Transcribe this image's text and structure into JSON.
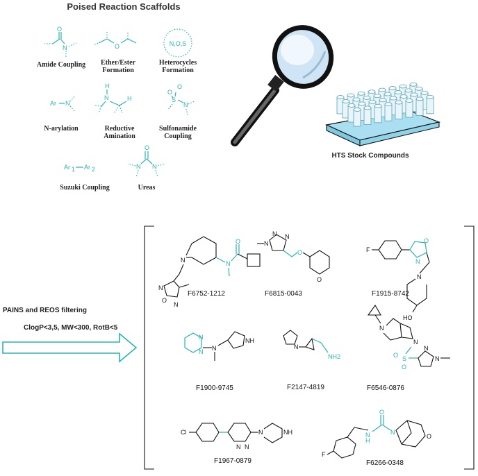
{
  "header": {
    "title": "Poised Reaction Scaffolds"
  },
  "scaffolds": [
    {
      "label_lines": [
        "Amide Coupling"
      ]
    },
    {
      "label_lines": [
        "Ether/Ester",
        "Formation"
      ]
    },
    {
      "label_lines": [
        "Heterocycles",
        "Formation"
      ],
      "ring_text": "N,O,S"
    },
    {
      "label_lines": [
        "N-arylation"
      ],
      "ar_text": "Ar"
    },
    {
      "label_lines": [
        "Reductive",
        "Amination"
      ]
    },
    {
      "label_lines": [
        "Sulfonamide",
        "Coupling"
      ]
    },
    {
      "label_lines": [
        "Suzuki Coupling"
      ],
      "ar1": "Ar",
      "ar2": "Ar"
    },
    {
      "label_lines": [
        "Ureas"
      ]
    }
  ],
  "hts": {
    "label": "HTS Stock Compounds"
  },
  "filter": {
    "label": "PAINS and REOS filtering",
    "criteria": "ClogP<3,5, MW<300, RotB<5"
  },
  "compounds": [
    {
      "id": "F6752-1212"
    },
    {
      "id": "F6815-0043"
    },
    {
      "id": "F1915-8742"
    },
    {
      "id": "F1900-9745"
    },
    {
      "id": "F2147-4819"
    },
    {
      "id": "F6546-0876"
    },
    {
      "id": "F1967-0879"
    },
    {
      "id": "F6266-0348"
    }
  ],
  "atom_labels": {
    "O": "O",
    "N": "N",
    "H": "H",
    "S": "S",
    "F": "F",
    "Cl": "Cl",
    "HO": "HO",
    "NH": "NH",
    "NH2": "NH2",
    "sub1": "1",
    "sub2": "2"
  },
  "colors": {
    "accent": "#2ab3b3",
    "ink": "#111111",
    "title": "#333333"
  }
}
